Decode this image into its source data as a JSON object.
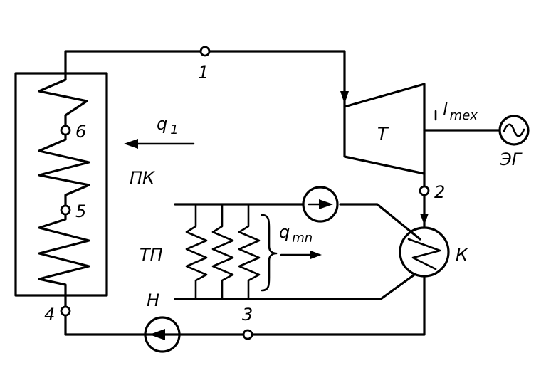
{
  "labels": {
    "point_1": "1",
    "point_2": "2",
    "point_3": "3",
    "point_4": "4",
    "point_5": "5",
    "point_6": "6",
    "turbine": "T",
    "condenser": "К",
    "steam_generator": "ПК",
    "heat_consumer": "ТП",
    "pump_h": "Н",
    "generator": "ЭГ",
    "q1_main": "q",
    "q1_sub": "1",
    "l_main": "l",
    "l_sub": "mex",
    "qtp_main": "q",
    "qtp_sub": "mn"
  }
}
